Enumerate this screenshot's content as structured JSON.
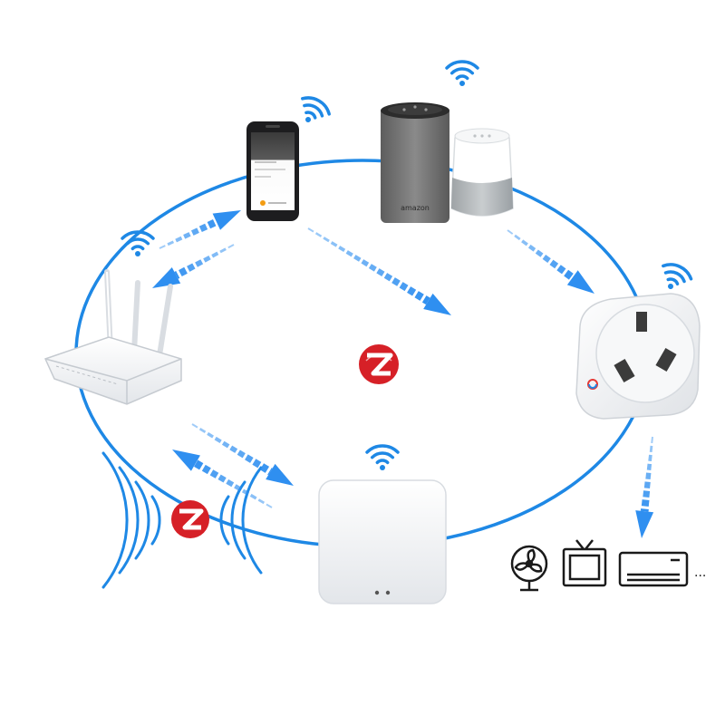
{
  "colors": {
    "link_blue": "#1e88e5",
    "arrow_blue": "#2f8ff0",
    "zigbee_red": "#d62027",
    "device_white": "#f4f5f7",
    "speaker_gray": "#7b7b7b",
    "appliance_stroke": "#1a1a1a"
  },
  "nodes": [
    {
      "id": "smartphone",
      "icon": "smartphone-icon",
      "wireless": "wifi"
    },
    {
      "id": "smart-speakers",
      "icon": "smart-speaker-icon",
      "wireless": "wifi"
    },
    {
      "id": "smart-plug",
      "icon": "smart-plug-icon",
      "wireless": "wifi"
    },
    {
      "id": "zigbee-gateway",
      "icon": "zigbee-hub-icon",
      "wireless": "wifi"
    },
    {
      "id": "wifi-router",
      "icon": "router-icon",
      "wireless": "wifi"
    }
  ],
  "protocol_badges": [
    {
      "id": "zigbee-center",
      "icon": "zigbee-logo-icon"
    },
    {
      "id": "zigbee-radio",
      "icon": "zigbee-logo-icon"
    }
  ],
  "speaker_label": "amazon",
  "appliances": [
    {
      "id": "fan",
      "icon": "fan-icon"
    },
    {
      "id": "tv",
      "icon": "tv-icon"
    },
    {
      "id": "air-conditioner",
      "icon": "air-conditioner-icon"
    }
  ],
  "ellipsis": "..."
}
